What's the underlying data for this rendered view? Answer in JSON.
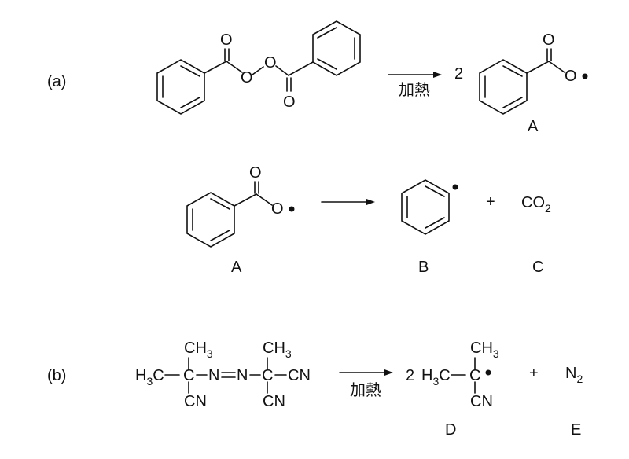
{
  "part_a": {
    "label": "(a)",
    "reaction1": {
      "reactant_atoms": {
        "o_carbonyl_left": "O",
        "o_peroxide_left": "O",
        "o_peroxide_right": "O",
        "o_carbonyl_right": "O"
      },
      "arrow_condition": "加熱",
      "coefficient": "2",
      "product_atoms": {
        "o_carbonyl": "O",
        "o_radical": "O"
      },
      "product_label": "A"
    },
    "reaction2": {
      "reactant_atoms": {
        "o_carbonyl": "O",
        "o_radical": "O"
      },
      "plus": "+",
      "co2": {
        "main": "CO",
        "sub": "2"
      },
      "labels": {
        "reactant": "A",
        "phenyl": "B",
        "co2": "C"
      }
    }
  },
  "part_b": {
    "label": "(b)",
    "reactant": {
      "ch3_left": {
        "main": "CH",
        "sub": "3"
      },
      "h3c": {
        "h": "H",
        "sub": "3",
        "c": "C"
      },
      "c_left": "C",
      "n1": "N",
      "n2": "N",
      "c_right": "C",
      "cn_right": "CN",
      "ch3_right": {
        "main": "CH",
        "sub": "3"
      },
      "cn_bottom_left": "CN",
      "cn_bottom_right": "CN"
    },
    "arrow_condition": "加熱",
    "coefficient": "2",
    "product": {
      "h3c": {
        "h": "H",
        "sub": "3",
        "c": "C"
      },
      "c_radical": "C",
      "ch3": {
        "main": "CH",
        "sub": "3"
      },
      "cn": "CN",
      "label": "D"
    },
    "plus": "+",
    "n2": {
      "main": "N",
      "sub": "2"
    },
    "n2_label": "E"
  }
}
